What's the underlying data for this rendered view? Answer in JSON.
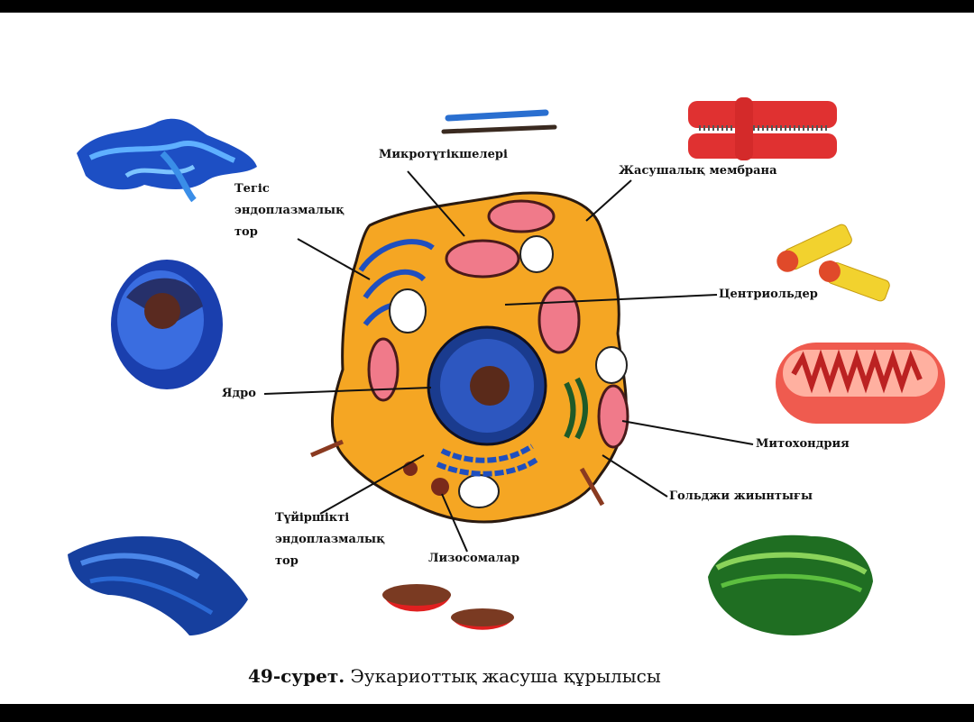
{
  "labels": {
    "microtubules": "Микротүтікшелері",
    "cell_membrane": "Жасушалық мембрана",
    "smooth_er": [
      "Тегіс",
      "эндоплазмалық",
      "тор"
    ],
    "centrioles": "Центриольдер",
    "nucleus": "Ядро",
    "mitochondria": "Митохондрия",
    "golgi": "Гольджи жиынтығы",
    "rough_er": [
      "Түйіршікті",
      "эндоплазмалық",
      "тор"
    ],
    "lysosomes": "Лизосомалар"
  },
  "caption": {
    "number": "49-сурет.",
    "title": "Эукариоттық жасуша құрылысы"
  },
  "colors": {
    "cytoplasm": "#f5a623",
    "er_blue": "#1f4fbf",
    "mitochondria": "#d93a3a",
    "golgi": "#2e7d2e",
    "centriole": "#f2d22e"
  }
}
